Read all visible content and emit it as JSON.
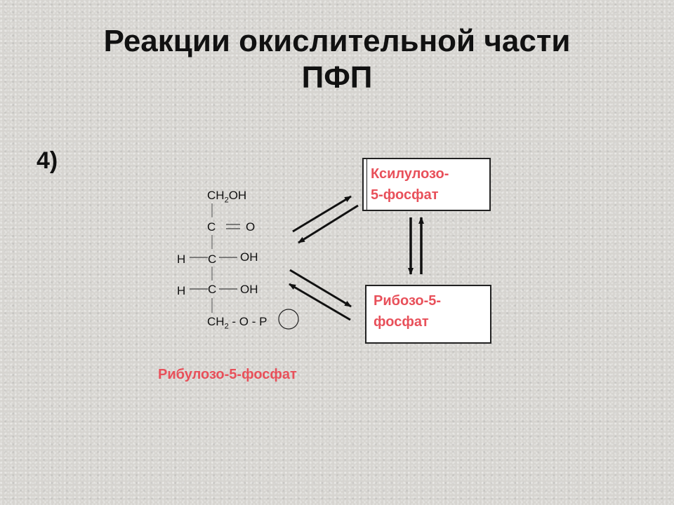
{
  "slide": {
    "title_line1": "Реакции окислительной части",
    "title_line2": "ПФП",
    "step_number": "4)"
  },
  "molecule": {
    "row1_ch": "CH",
    "row1_sub": "2",
    "row1_oh": "OH",
    "row2_c": "C",
    "row2_o": "O",
    "row3_h": "H",
    "row3_c": "C",
    "row3_oh": "OH",
    "row4_h": "H",
    "row4_c": "C",
    "row4_oh": "OH",
    "row5_ch": "CH",
    "row5_sub": "2",
    "row5_rest": " - O - ",
    "phosphate": "P",
    "name": "Рибулозо-5-фосфат"
  },
  "products": {
    "xylulose_line1": "Ксилулозо-",
    "xylulose_line2": "5-фосфат",
    "ribose_line1": "Рибозо-5-",
    "ribose_line2": "фосфат"
  },
  "colors": {
    "label_pink": "#e8505a",
    "text": "#111111"
  }
}
